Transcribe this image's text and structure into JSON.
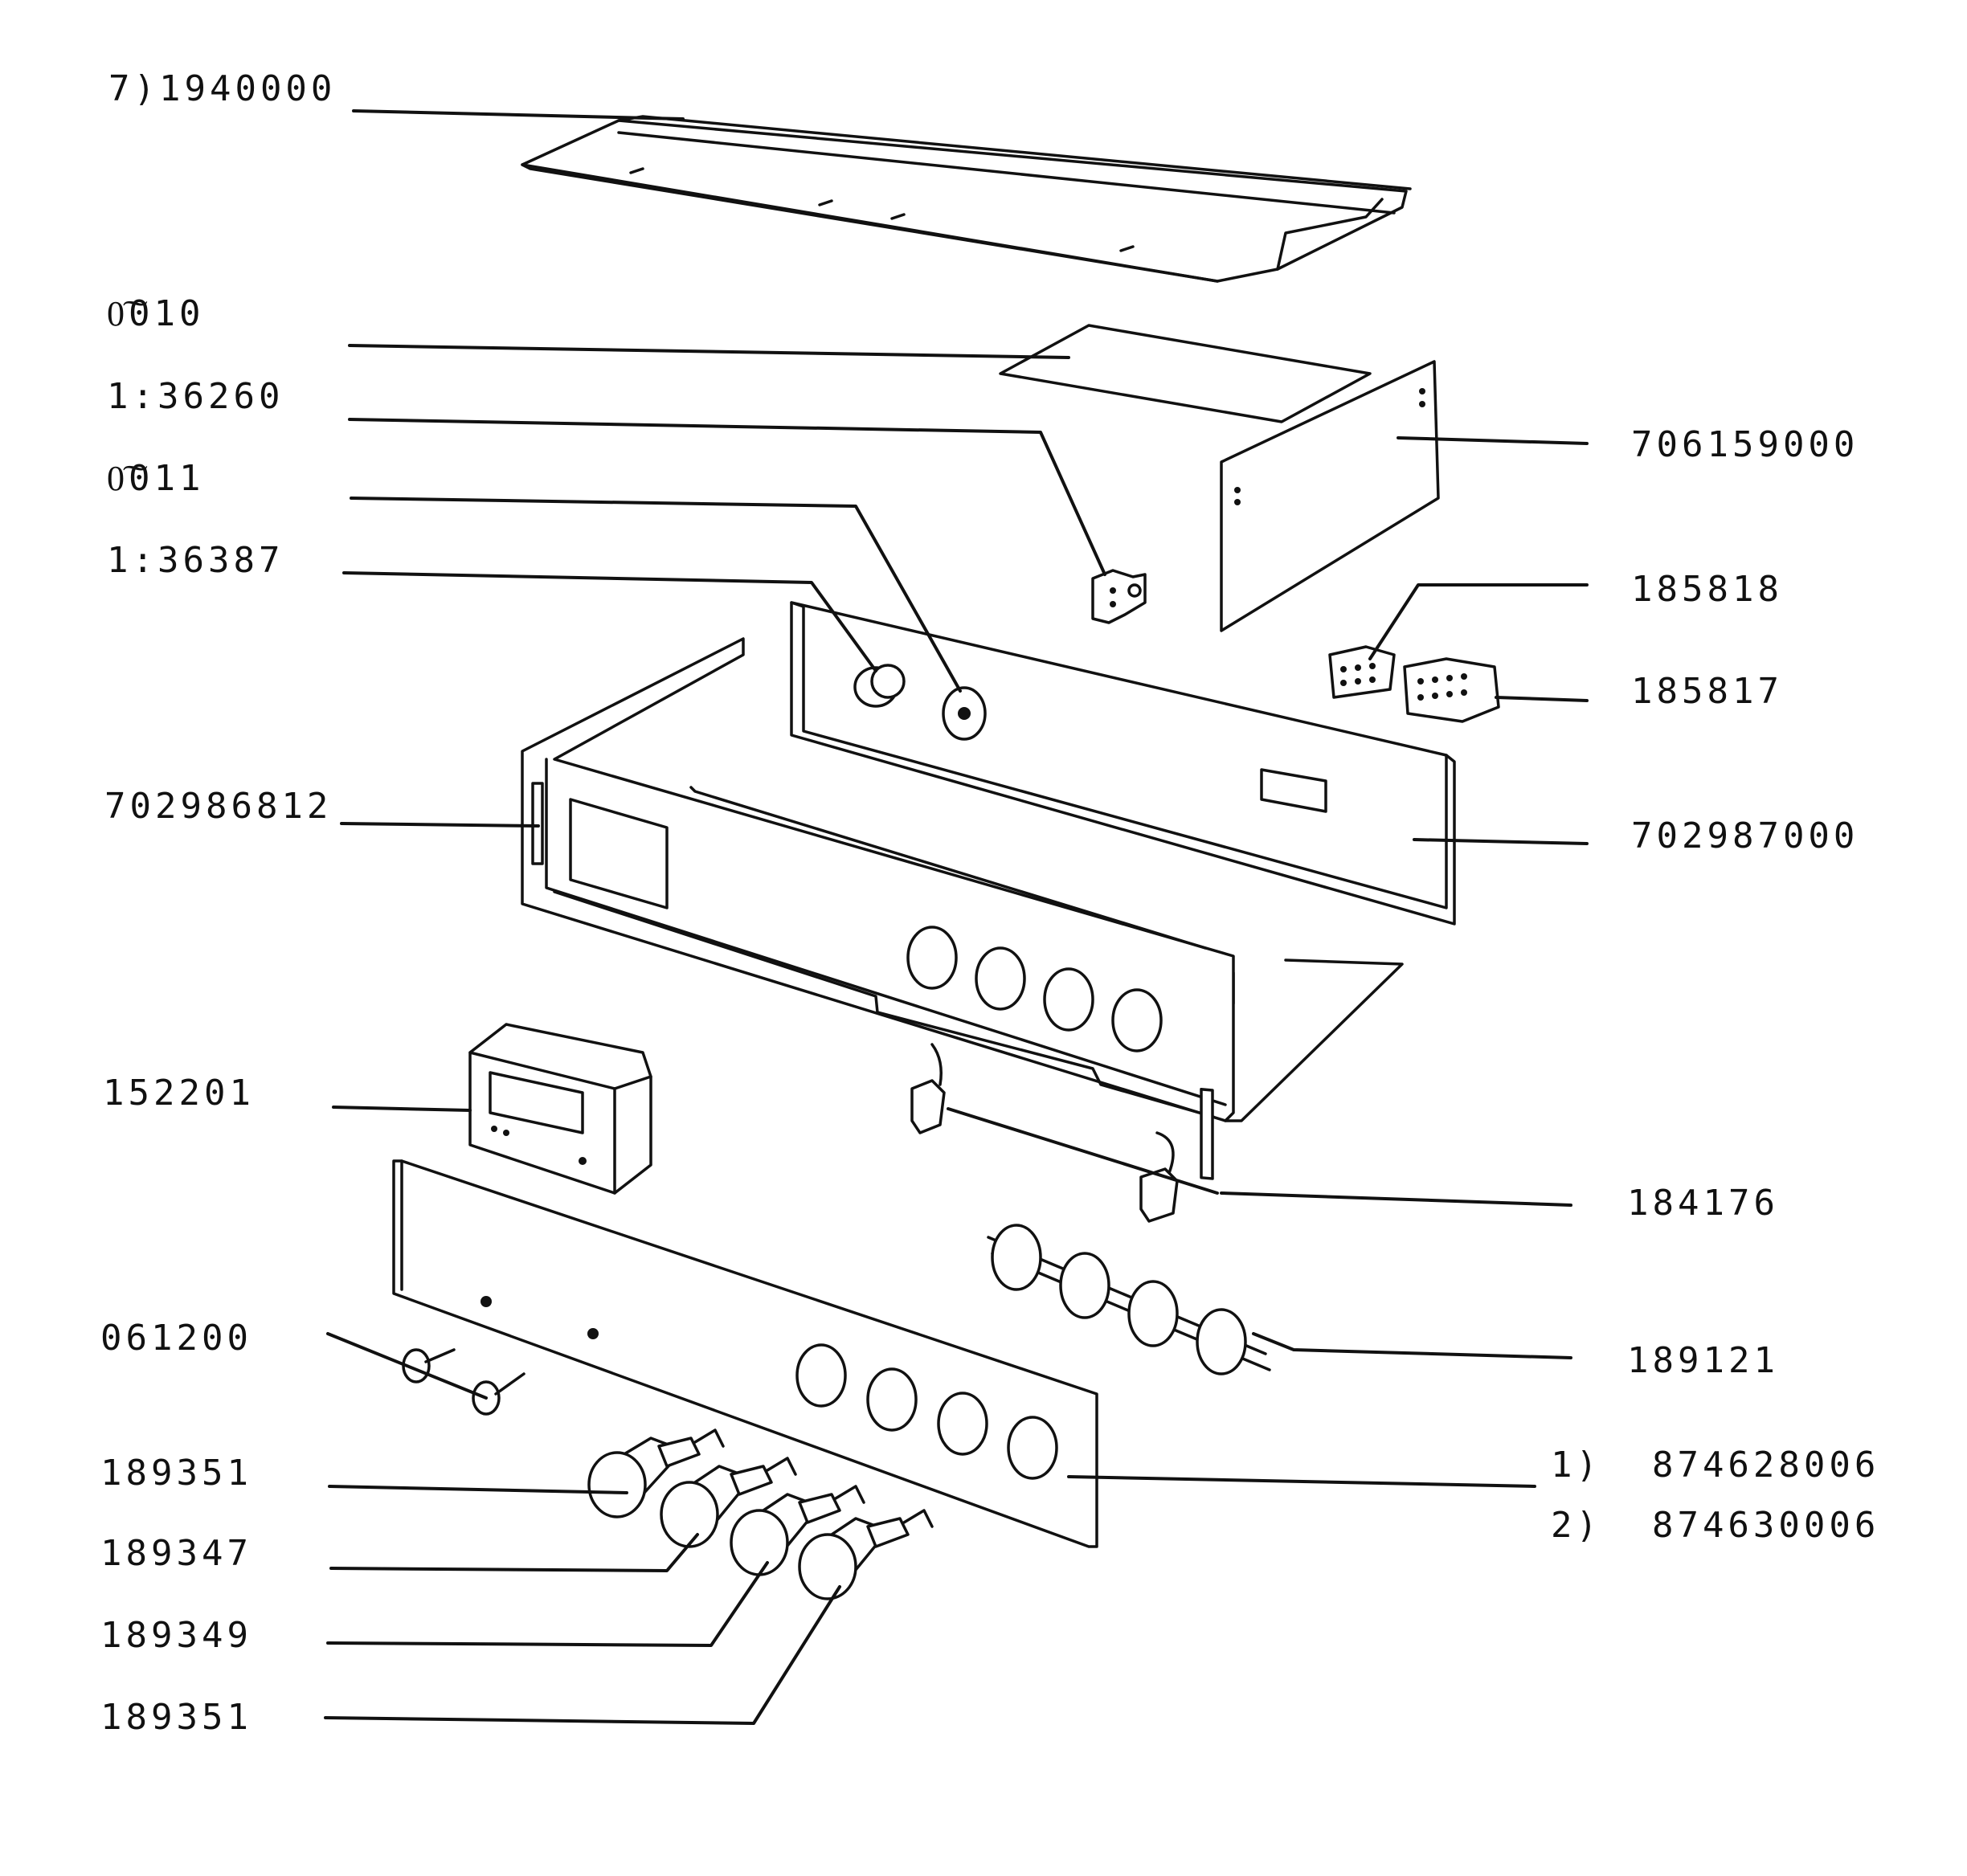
{
  "colors": {
    "ink": "#111111",
    "paper": "#ffffff"
  },
  "labels": {
    "cover": "7)1940000",
    "insulation_top": "0͠010",
    "bracket_clip": "1:36260",
    "indicator_ring": "0͠011",
    "indicator_lamp": "1:36387",
    "side_frame": "702986812",
    "rear_plate": "706159000",
    "connector_1": "185818",
    "connector_2": "185817",
    "chassis_box": "702987000",
    "timer": "152201",
    "wiring_clip": "184176",
    "knob_bezels": "189121",
    "screw": "061200",
    "control_panel_1": "1)  874628006",
    "control_panel_2": "2)  874630006",
    "knob_1": "189351",
    "knob_2": "189347",
    "knob_3": "189349",
    "knob_4": "189351"
  },
  "icons": [
    "indicator-lamp-icon",
    "indicator-ring-icon",
    "connector-icon",
    "knob-icon",
    "screw-icon",
    "timer-icon"
  ]
}
